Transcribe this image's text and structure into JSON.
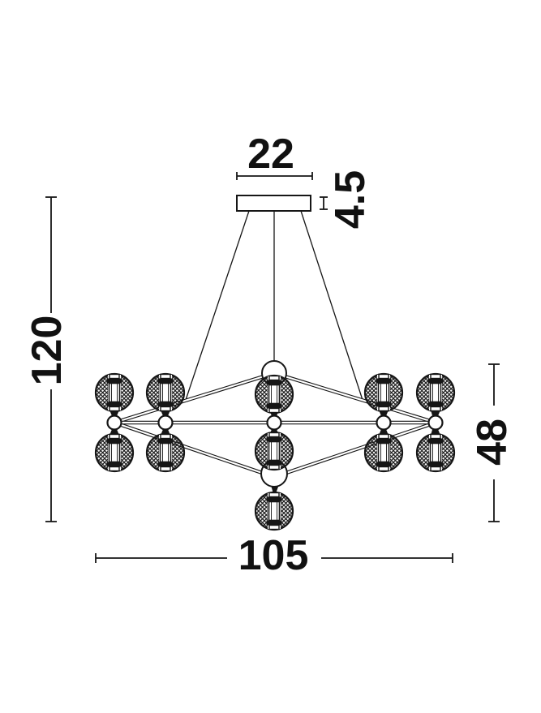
{
  "page": {
    "background_color": "#ffffff",
    "line_color": "#161616",
    "text_color": "#111111"
  },
  "drawing": {
    "subject": "chandelier-technical-line-drawing",
    "lamp_globe_count": 11,
    "suspension_cable_count": 3,
    "joint_count": 5
  },
  "dimensions": {
    "canopy_width": "22",
    "canopy_height": "4.5",
    "overall_height": "120",
    "fixture_height": "48",
    "fixture_width": "105"
  }
}
